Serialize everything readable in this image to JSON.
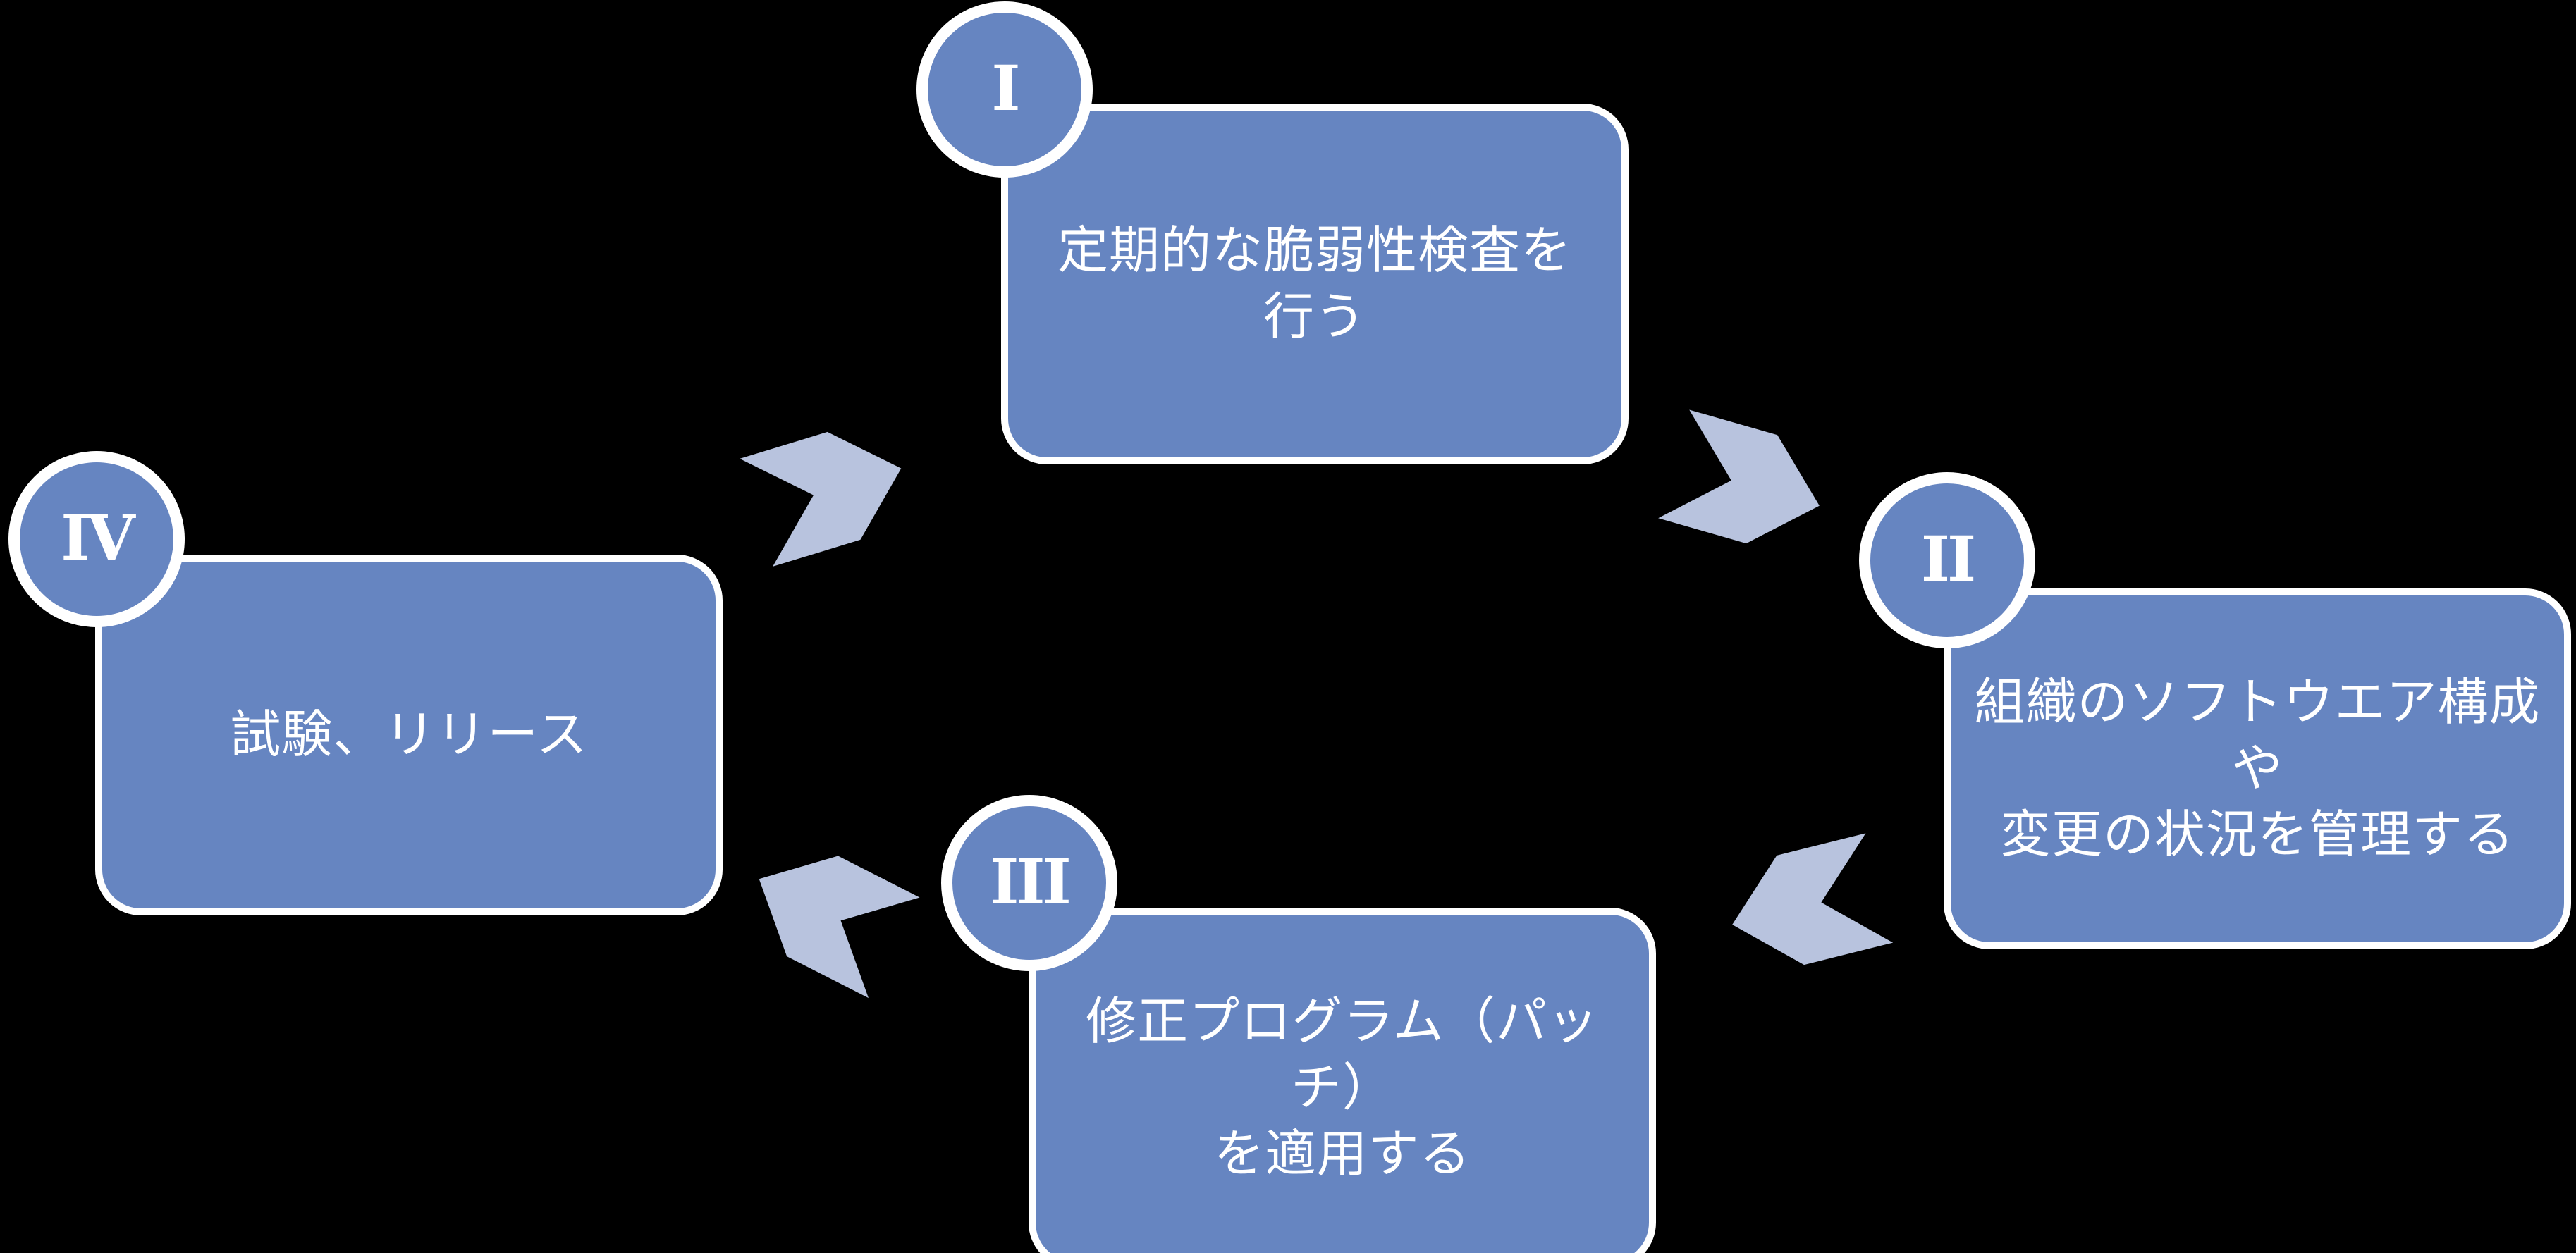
{
  "colors": {
    "background": "#000000",
    "node_fill": "#6685c1",
    "node_border": "#ffffff",
    "arrow_fill": "#b8c3de",
    "text": "#ffffff"
  },
  "diagram_type": "cycle",
  "nodes": [
    {
      "numeral": "I",
      "label": "定期的な脆弱性検査を\n行う"
    },
    {
      "numeral": "II",
      "label": "組織のソフトウエア構成や\n変更の状況を管理する"
    },
    {
      "numeral": "III",
      "label": "修正プログラム（パッチ）\nを適用する"
    },
    {
      "numeral": "IV",
      "label": "試験、リリース"
    }
  ],
  "arrows": [
    {
      "from": "IV",
      "to": "I",
      "direction": "up-right"
    },
    {
      "from": "I",
      "to": "II",
      "direction": "down-right"
    },
    {
      "from": "II",
      "to": "III",
      "direction": "down-left"
    },
    {
      "from": "III",
      "to": "IV",
      "direction": "up-left"
    }
  ]
}
